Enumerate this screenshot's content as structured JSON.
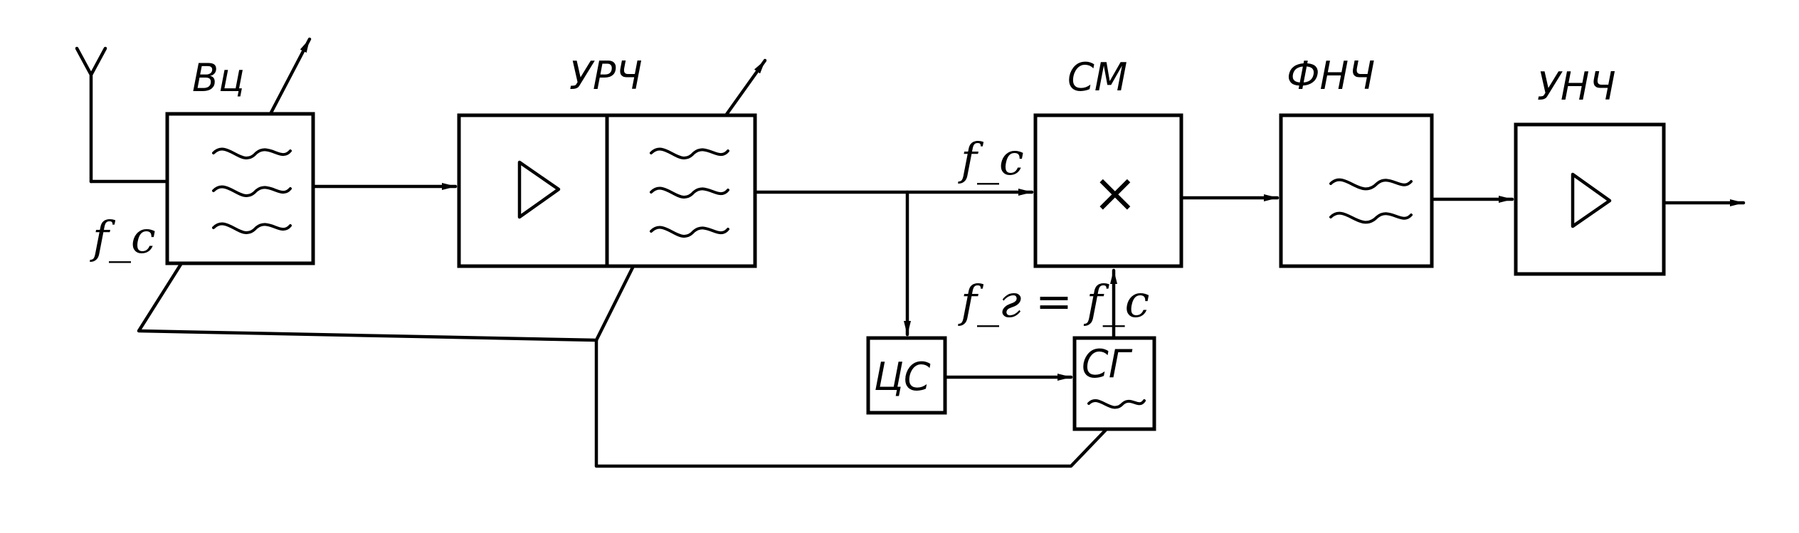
{
  "labels": {
    "vc": "Вц",
    "urch": "УРЧ",
    "sm": "СМ",
    "fnch": "ФНЧ",
    "unch": "УНЧ",
    "cs": "ЦС",
    "sg": "СГ"
  },
  "symbols": {
    "mixer": "×"
  },
  "signals": {
    "fc_input": "f_c",
    "fc_mixer": "f_c",
    "fg_eq_fc": "f_г = f_c"
  }
}
